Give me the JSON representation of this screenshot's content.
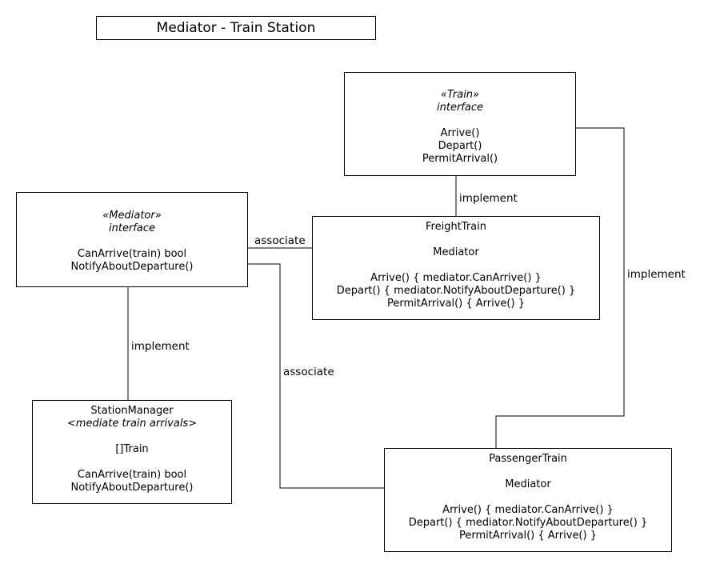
{
  "title": "Mediator - Train Station",
  "boxes": {
    "train": {
      "stereotype": "«Train»",
      "kind": "interface",
      "methods": [
        "Arrive()",
        "Depart()",
        "PermitArrival()"
      ]
    },
    "mediator": {
      "stereotype": "«Mediator»",
      "kind": "interface",
      "methods": [
        "CanArrive(train) bool",
        "NotifyAboutDeparture()"
      ]
    },
    "freight": {
      "name": "FreightTrain",
      "field": "Mediator",
      "methods": [
        "Arrive() { mediator.CanArrive() }",
        "Depart() { mediator.NotifyAboutDeparture() }",
        "PermitArrival() { Arrive() }"
      ]
    },
    "station": {
      "name": "StationManager",
      "note": "<mediate train arrivals>",
      "field": "[]Train",
      "methods": [
        "CanArrive(train) bool",
        "NotifyAboutDeparture()"
      ]
    },
    "passenger": {
      "name": "PassengerTrain",
      "field": "Mediator",
      "methods": [
        "Arrive() { mediator.CanArrive() }",
        "Depart() { mediator.NotifyAboutDeparture() }",
        "PermitArrival() { Arrive() }"
      ]
    }
  },
  "edges": {
    "train_freight": "implement",
    "train_passenger": "implement",
    "mediator_station": "implement",
    "mediator_freight": "associate",
    "mediator_passenger": "associate"
  }
}
